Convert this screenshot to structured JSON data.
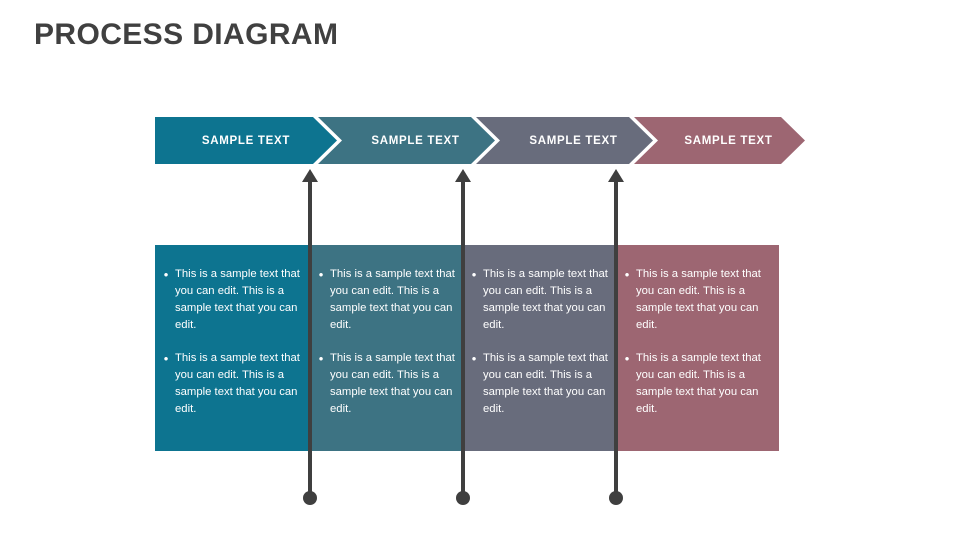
{
  "slide": {
    "title": "PROCESS DIAGRAM",
    "background_color": "#ffffff",
    "title_color": "#404040"
  },
  "theme": {
    "colors": [
      "#0d7490",
      "#3d7383",
      "#686c7c",
      "#9d6672"
    ],
    "connector_color": "#3f3f3f",
    "text_color": "#ffffff",
    "separator_color": "#ffffff"
  },
  "banner": {
    "name": "chevron-process-banner",
    "steps": [
      {
        "label": "SAMPLE TEXT",
        "color": "#0d7490"
      },
      {
        "label": "SAMPLE TEXT",
        "color": "#3d7383"
      },
      {
        "label": "SAMPLE TEXT",
        "color": "#686c7c"
      },
      {
        "label": "SAMPLE TEXT",
        "color": "#9d6672"
      }
    ]
  },
  "content": {
    "name": "content-columns",
    "columns": [
      {
        "color": "#0d7490",
        "bullets": [
          {
            "marker": "•",
            "text": "This is a sample text that you can edit. This is a sample text that you can edit."
          },
          {
            "marker": "•",
            "text": "This is a sample text that you can edit. This is a sample text that you can edit."
          }
        ]
      },
      {
        "color": "#3d7383",
        "bullets": [
          {
            "marker": "•",
            "text": "This is a sample text that you can edit. This is a sample text that you can edit."
          },
          {
            "marker": "•",
            "text": "This is a sample text that you can edit. This is a sample text that you can edit."
          }
        ]
      },
      {
        "color": "#686c7c",
        "bullets": [
          {
            "marker": "•",
            "text": "This is a sample text that you can edit. This is a sample text that you can edit."
          },
          {
            "marker": "•",
            "text": "This is a sample text that you can edit. This is a sample text that you can edit."
          }
        ]
      },
      {
        "color": "#9d6672",
        "bullets": [
          {
            "marker": "•",
            "text": "This is a sample text that you can edit. This is a sample text that you can edit."
          },
          {
            "marker": "•",
            "text": "This is a sample text that you can edit. This is a sample text that you can edit."
          }
        ]
      }
    ]
  },
  "connectors": {
    "name": "vertical-connector-arrows",
    "count": 3,
    "direction": "up",
    "head": "triangle-arrowhead",
    "tail": "filled-circle"
  }
}
